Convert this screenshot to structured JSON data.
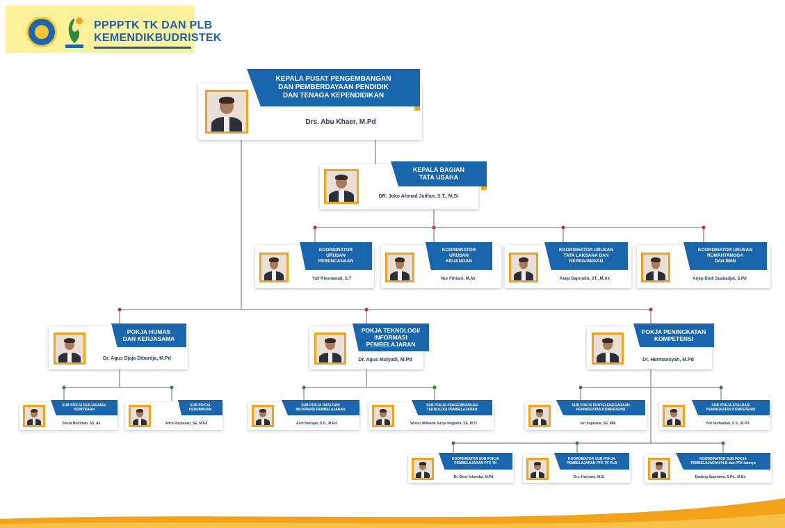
{
  "header": {
    "title_line1": "PPPPTK TK DAN PLB",
    "title_line2": "KEMENDIKBUDRISTEK",
    "emblem_icon": "tut-wuri-handayani-emblem-icon",
    "mark_icon": "ppptk-logo-icon"
  },
  "colors": {
    "banner": "#1a66ad",
    "accent": "#f2a31a",
    "connector": "#888888",
    "node_dot": "#c0246a",
    "node_dot_green": "#1f8a3a"
  },
  "org": {
    "head": {
      "title": "KEPALA PUSAT PENGEMBANGAN\nDAN PEMBERDAYAAN PENDIDIK\nDAN TENAGA KEPENDIDIKAN",
      "name": "Drs. Abu Khaer, M.Pd"
    },
    "kabag": {
      "title": "KEPALA BAGIAN\nTATA USAHA",
      "name": "DR. Joko Ahmad Julifan, S.T., M.Si"
    },
    "koordinator": [
      {
        "title": "KOORDINATOR\nURUSAN\nPERENCANAAN",
        "name": "Yuli Riesnawati, S.T"
      },
      {
        "title": "KOORDINATOR\nURUSAN\nKEUANGAN",
        "name": "Nur Fitriani, M.Ak"
      },
      {
        "title": "KOORDINATOR URUSAN\nTATA LAKSANA DAN\nKEPEGAWAIAN",
        "name": "Asep Saprudin, ST., M.Ak"
      },
      {
        "title": "KOORDINATOR URUSAN\nRUMAHTANGGA\nDAN BMN",
        "name": "Arjep Dodi Suabadjat, S.Pd"
      }
    ],
    "pokja": [
      {
        "title": "POKJA HUMAS\nDAN KERJASAMA",
        "name": "Dr. Agus Djaja Dibardja, M.Pd"
      },
      {
        "title": "POKJA TEKNOLOGI/\nINFORMASI\nPEMBELAJARAN",
        "name": "Dr. Agus Mulyadi, M.Pd"
      },
      {
        "title": "POKJA PENINGKATAN\nKOMPETENSI",
        "name": "Dr. Hermansyah, M.Pd"
      }
    ],
    "subpokja": [
      {
        "title": "SUB POKJA KERJASAMA/\nKEMITRAAN",
        "name": "Shera Budiman, SS, Ak"
      },
      {
        "title": "SUB POKJA\nKEHUMASAN",
        "name": "Alice Purpasari, SE, M.Ed"
      },
      {
        "title": "SUB POKJA DATA DAN\nINFORMASI PEMBELAJARAN",
        "name": "Asm Nutrajat, S.H., M.Ed"
      },
      {
        "title": "SUB POKJA PENGEMBANGAN\nTEKNOLOGI PEMBELAJARAN",
        "name": "Wisnu Wilwana Surya Nugraha, SE, M.TI"
      },
      {
        "title": "SUB POKJA PENYELENGGARAAN\nPENINGKATAN KOMPETENSI",
        "name": "Ien Supriana, SE, MM"
      },
      {
        "title": "SUB POKJA EVALUASI\nPENINGKATAN KOMPETENSI",
        "name": "Yeti Nurhadiati, S.S., M.Pd"
      }
    ],
    "subkoor": [
      {
        "title": "KOORDINATOR SUB POKJA\nPEMBELAJARAN PTK TK",
        "name": "Dr. Deny Iskandar, M.Pd"
      },
      {
        "title": "KOORDINATOR SUB POKJA\nPEMBELAJARAN PTK TK PLB",
        "name": "Drs. Haryono, M.Si"
      },
      {
        "title": "KOORDINATOR SUB POKJA\nPEMBELAJARAN PLB dan PTK lainnya",
        "name": "Dadang Supriatna, S.Pd., M.Ed"
      }
    ]
  }
}
